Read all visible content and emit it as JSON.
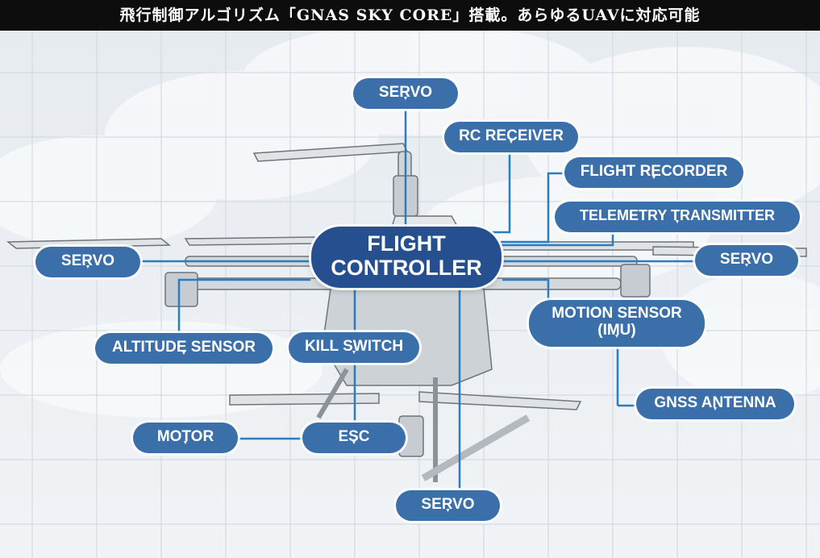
{
  "header": "飛行制御アルゴリズム「GNAS SKY CORE」搭載。あらゆるUAVに対応可能",
  "colors": {
    "node": "#3b6faa",
    "node_main": "#264f8f",
    "line": "#2a7dc1",
    "header_bg": "#0d0d0d"
  },
  "nodes": {
    "flight_controller": {
      "label": "FLIGHT\nCONTROLLER"
    },
    "servo_top": {
      "label": "SERVO"
    },
    "rc_receiver": {
      "label": "RC RECEIVER"
    },
    "flight_recorder": {
      "label": "FLIGHT RECORDER"
    },
    "telemetry_transmitter": {
      "label": "TELEMETRY TRANSMITTER"
    },
    "servo_left": {
      "label": "SERVO"
    },
    "servo_right": {
      "label": "SERVO"
    },
    "motion_sensor": {
      "label": "MOTION SENSOR\n(IMU)"
    },
    "altitude_sensor": {
      "label": "ALTITUDE SENSOR"
    },
    "kill_switch": {
      "label": "KILL SWITCH"
    },
    "gnss_antenna": {
      "label": "GNSS ANTENNA"
    },
    "motor": {
      "label": "MOTOR"
    },
    "esc": {
      "label": "ESC"
    },
    "servo_bottom": {
      "label": "SERVO"
    }
  }
}
